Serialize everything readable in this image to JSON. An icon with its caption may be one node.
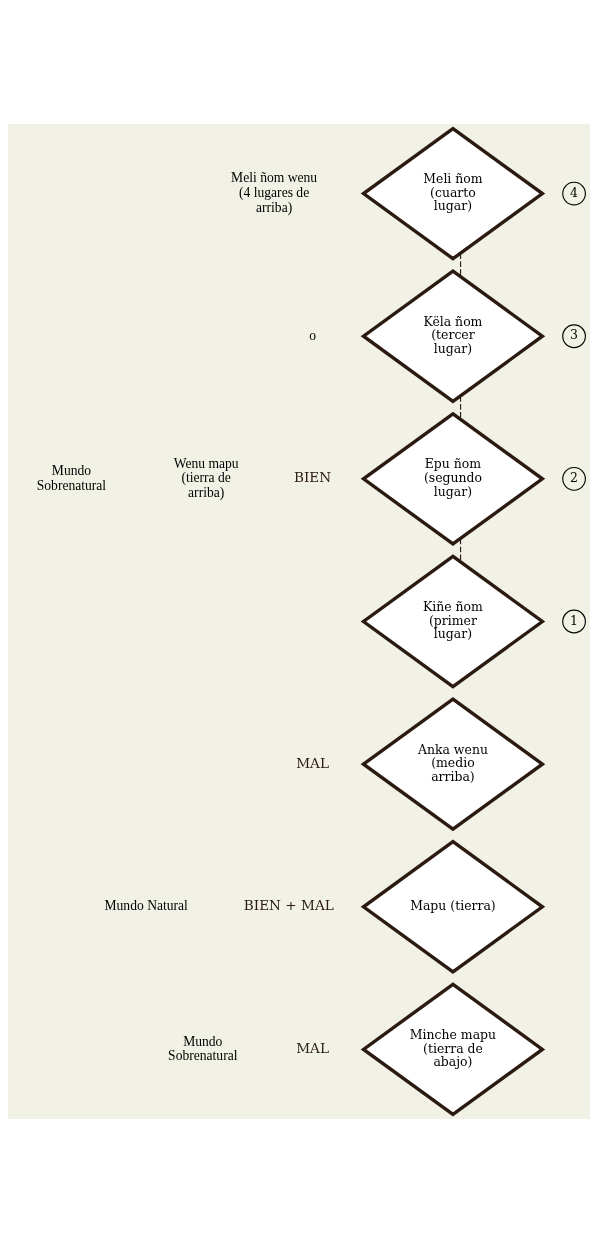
{
  "diagram": {
    "nodes": [
      {
        "text": [
          "Meli ñom (cuarto lugar)"
        ],
        "beside": [
          "4"
        ]
      },
      {
        "text": [
          "Këla ñom (tercer lugar)"
        ],
        "beside": [
          "3"
        ]
      },
      {
        "text": [
          "Epu ñom (segundo lugar)"
        ],
        "beside": [
          "2"
        ]
      },
      {
        "text": [
          "Kiñe ñom (primer lugar)"
        ],
        "beside": [
          "1"
        ]
      },
      {
        "text": [
          "Anka wenu (medio arriba)"
        ]
      },
      {
        "text": [
          "Mapu (tierra)"
        ]
      },
      {
        "text": [
          "Minche mapu (tierra de abajo)"
        ]
      }
    ],
    "edges": [
      {
        "from": 0,
        "to": 1,
        "arrow": "none",
        "style": "dashed"
      },
      {
        "from": 1,
        "to": 2,
        "arrow": "none",
        "style": "dashed"
      },
      {
        "from": 2,
        "to": 3,
        "arrow": "none",
        "style": "dashed"
      }
    ],
    "labels": [
      "Meli ñom wenu (4 lugares de arriba)",
      "o",
      "Wenu mapu (tierra de arriba)",
      "Mundo Sobrenatural",
      "BIEN",
      "MAL",
      "BIEN + MAL",
      "Mundo Natural",
      "MAL",
      "Mundo Sobrenatural"
    ]
  }
}
